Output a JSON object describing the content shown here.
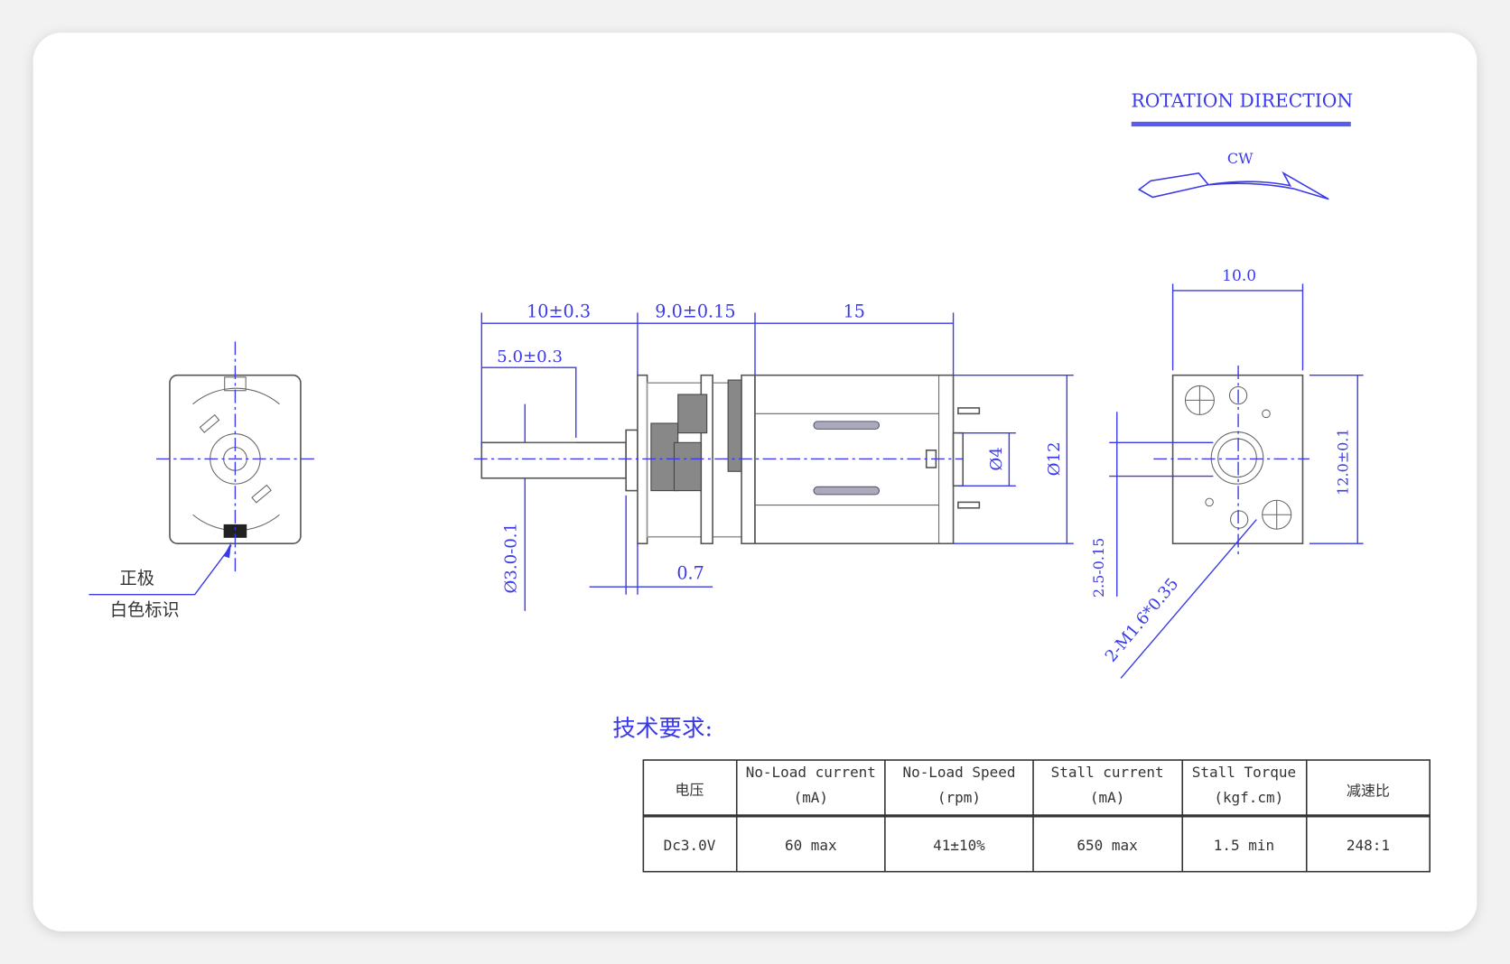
{
  "rotation": {
    "title": "ROTATION DIRECTION",
    "direction": "CW"
  },
  "end_view": {
    "label_positive": "正极",
    "label_white_mark": "白色标识"
  },
  "side_view": {
    "dim_shaft_total": "10±0.3",
    "dim_gearbox": "9.0±0.15",
    "dim_motor": "15",
    "dim_flat": "5.0±0.3",
    "dim_shaft_dia": "Ø3.0-0.1",
    "dim_flange": "0.7",
    "dim_boss": "Ø4",
    "dim_body": "Ø12"
  },
  "front_view": {
    "dim_width": "10.0",
    "dim_height": "12.0±0.1",
    "dim_offset": "2.5-0.15",
    "dim_thread": "2-M1.6*0.35"
  },
  "tech": {
    "title": "技术要求:",
    "headers": [
      [
        "电压",
        ""
      ],
      [
        "No-Load current",
        "(mA)"
      ],
      [
        "No-Load Speed",
        "(rpm)"
      ],
      [
        "Stall current",
        "(mA)"
      ],
      [
        "Stall Torque",
        "(kgf.cm)"
      ],
      [
        "减速比",
        ""
      ]
    ],
    "values": [
      "Dc3.0V",
      "60 max",
      "41±10%",
      "650 max",
      "1.5 min",
      "248:1"
    ]
  }
}
